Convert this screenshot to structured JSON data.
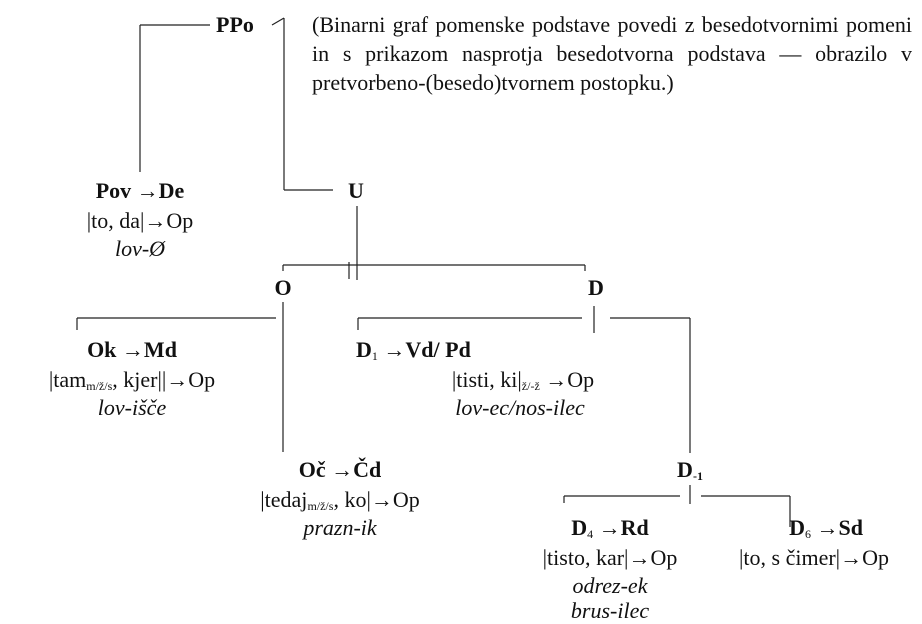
{
  "root": {
    "label": "PPo"
  },
  "note": "(Binarni graf pomenske podstave povedi z besedotvornimi pomeni in s prikazom nasprotja besedotvorna podstava — obrazilo v pretvorbeno-(besedo)tvornem postopku.)",
  "pov": {
    "head": "Pov",
    "tail": "De",
    "formula": "|to, da|→Op",
    "example": "lov-Ø"
  },
  "u": {
    "label": "U"
  },
  "o": {
    "label": "O"
  },
  "d": {
    "label": "D"
  },
  "ok": {
    "head": "Ok",
    "tail": "Md",
    "f1": "|tam",
    "sub": "m/ž/s",
    "f2": ", kjer||→Op",
    "example": "lov-išče"
  },
  "d1": {
    "head": "D",
    "sub": "1",
    "tail": "Vd/ Pd",
    "f1": "|tisti, ki|",
    "fsub": "ž/-ž",
    "f2": " →Op",
    "example": "lov-ec/nos-ilec"
  },
  "oc": {
    "head": "Oč",
    "tail": "Čd",
    "f1": "|tedaj",
    "sub": "m/ž/s",
    "f2": ", ko|→Op",
    "example": "prazn-ik"
  },
  "dm1": {
    "head": "D",
    "sub": "-1"
  },
  "d4": {
    "head": "D",
    "sub": "4",
    "tail": "Rd",
    "formula": "|tisto, kar|→Op",
    "example1": "odrez-ek",
    "example2": "brus-ilec"
  },
  "d6": {
    "head": "D",
    "sub": "6",
    "tail": "Sd",
    "formula": "|to, s čimer|→Op"
  },
  "arrow": "→"
}
